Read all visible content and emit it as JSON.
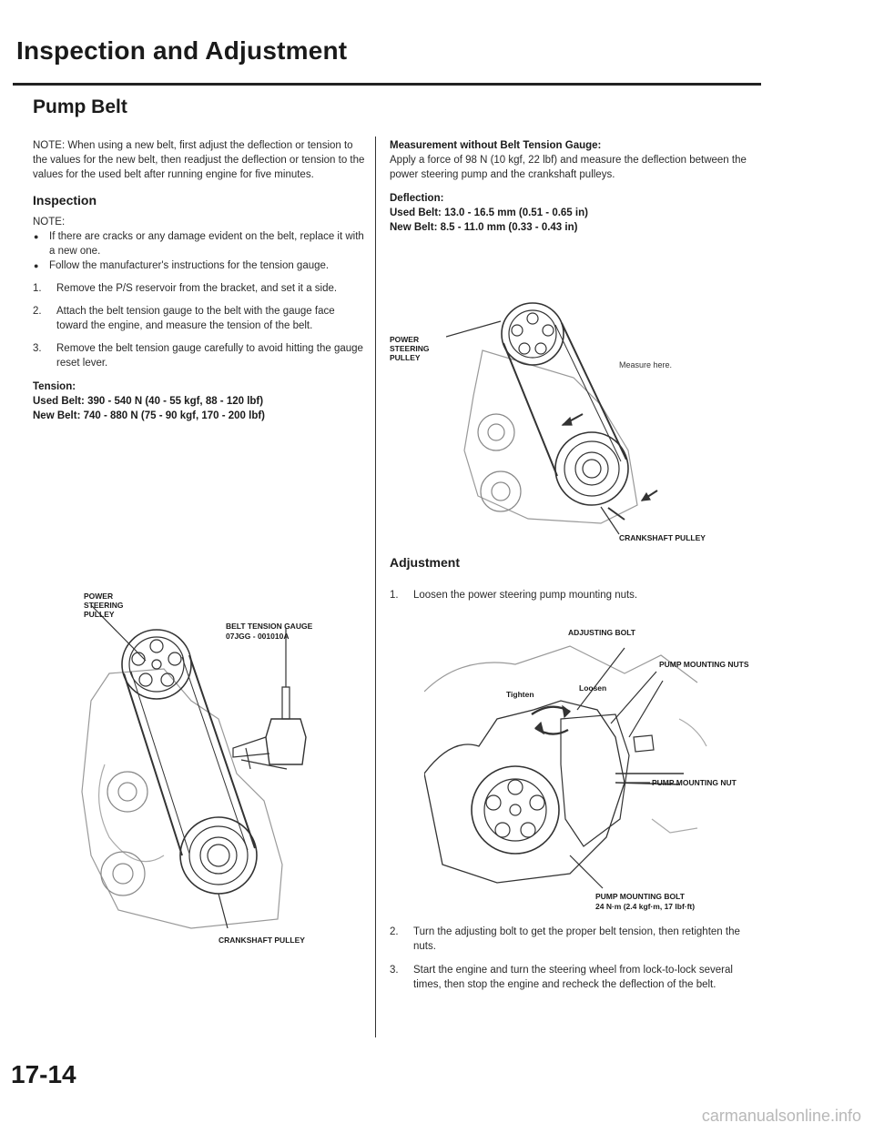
{
  "header": {
    "title": "Inspection and Adjustment",
    "subtitle": "Pump Belt"
  },
  "left": {
    "note_intro": "NOTE: When using a new belt, first adjust the deflection or tension to the values for the new belt, then readjust the deflection or tension to the values for the used belt after running engine for five minutes.",
    "inspection_heading": "Inspection",
    "note_label": "NOTE:",
    "notes": [
      "If there are cracks or any damage evident on the belt, replace it with a new one.",
      "Follow the manufacturer's instructions for the tension gauge."
    ],
    "steps": [
      {
        "num": "1.",
        "text": "Remove the P/S reservoir from the bracket, and set it a side."
      },
      {
        "num": "2.",
        "text": "Attach the belt tension gauge to the belt with the gauge face toward the engine, and measure the tension of the belt."
      },
      {
        "num": "3.",
        "text": "Remove the belt tension gauge carefully to avoid hitting the gauge reset lever."
      }
    ],
    "tension_label": "Tension:",
    "tension_used": "Used Belt: 390 - 540 N (40 - 55 kgf, 88 - 120 lbf)",
    "tension_new": "New Belt: 740 - 880 N (75 - 90 kgf, 170 - 200 lbf)",
    "figure": {
      "power_steering_pulley": "POWER STEERING PULLEY",
      "gauge_label": "BELT TENSION GAUGE",
      "gauge_part": "07JGG - 001010A",
      "crankshaft_pulley": "CRANKSHAFT PULLEY"
    }
  },
  "right": {
    "measure_heading": "Measurement without Belt Tension Gauge:",
    "measure_text": "Apply a force of 98 N (10 kgf, 22 lbf) and measure the deflection between the power steering pump and the crankshaft pulleys.",
    "deflection_label": "Deflection:",
    "deflection_used": "Used Belt: 13.0 - 16.5 mm (0.51 - 0.65 in)",
    "deflection_new": "New Belt: 8.5 - 11.0 mm (0.33 - 0.43 in)",
    "figure1": {
      "power_steering_pulley": "POWER STEERING PULLEY",
      "measure_here": "Measure here.",
      "crankshaft_pulley": "CRANKSHAFT PULLEY"
    },
    "adjustment_heading": "Adjustment",
    "adj_steps": [
      {
        "num": "1.",
        "text": "Loosen the power steering pump mounting nuts."
      },
      {
        "num": "2.",
        "text": "Turn the adjusting bolt to get the proper belt tension, then retighten the nuts."
      },
      {
        "num": "3.",
        "text": "Start the engine and turn the steering wheel from lock-to-lock several times, then stop the engine and recheck the deflection of the belt."
      }
    ],
    "figure2": {
      "adjusting_bolt": "ADJUSTING BOLT",
      "pump_mounting_nuts": "PUMP MOUNTING NUTS",
      "loosen": "Loosen",
      "tighten": "Tighten",
      "pump_mounting_nut": "PUMP MOUNTING NUT",
      "pump_mounting_bolt": "PUMP MOUNTING BOLT",
      "torque": "24 N·m (2.4 kgf·m, 17 lbf·ft)"
    }
  },
  "footer": {
    "page_number": "17-14",
    "watermark": "carmanualsonline.info"
  }
}
